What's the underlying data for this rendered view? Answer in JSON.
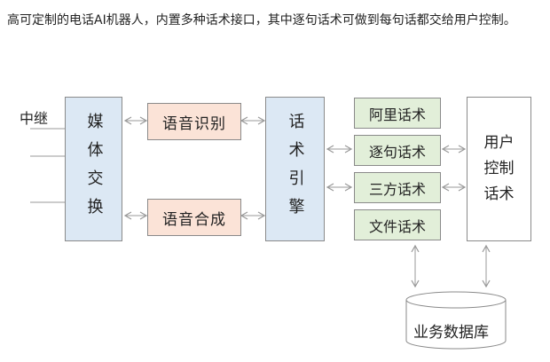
{
  "intro_text": "高可定制的电话AI机器人，内置多种话术接口，其中逐句话术可做到每句话都交给用户控制。",
  "diagram": {
    "relay_label": "中继",
    "media_exchange": "媒体交换",
    "speech_recognition": "语音识别",
    "speech_synthesis": "语音合成",
    "script_engine": "话术引擎",
    "scripts": [
      "阿里话术",
      "逐句话术",
      "三方话术",
      "文件话术"
    ],
    "user_control": "用户控制话术",
    "business_db": "业务数据库"
  },
  "colors": {
    "blue_box": "#dce8f4",
    "peach_box": "#fbe3d7",
    "green_box": "#e2efd9",
    "border": "#8a8a8a",
    "arrow": "#999999"
  }
}
